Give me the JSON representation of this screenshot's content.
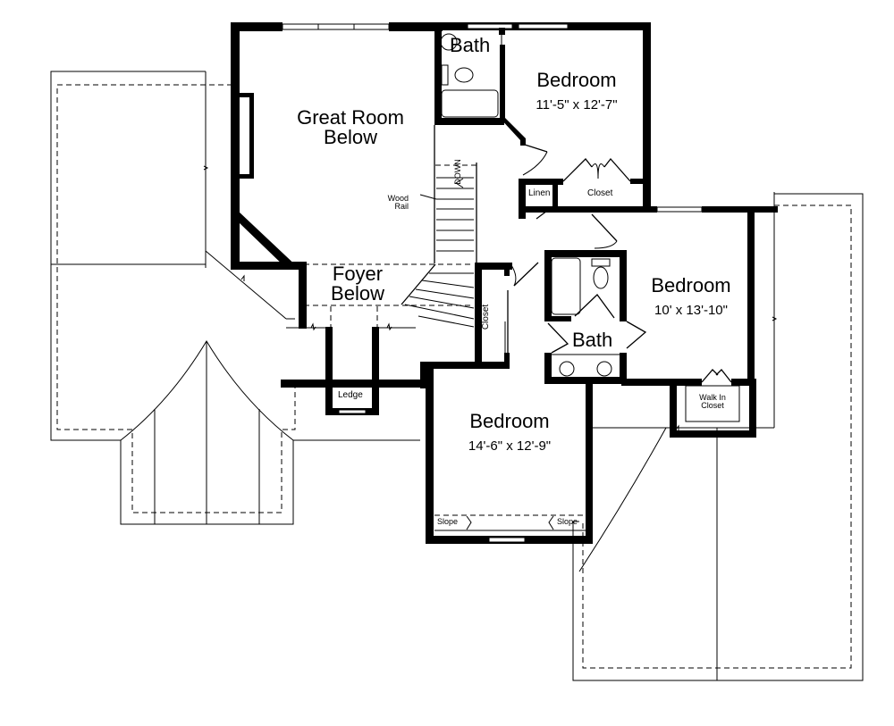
{
  "plan": {
    "type": "second floor plan",
    "colors": {
      "line": "#000000",
      "background": "#ffffff"
    }
  },
  "rooms": {
    "great_room": {
      "line1": "Great Room",
      "line2": "Below"
    },
    "foyer": {
      "line1": "Foyer",
      "line2": "Below"
    },
    "bath_top": {
      "name": "Bath"
    },
    "bedroom_top": {
      "name": "Bedroom",
      "size": "11'-5\" x 12'-7\""
    },
    "linen": {
      "name": "Linen"
    },
    "closet_top": {
      "name": "Closet"
    },
    "bedroom_right": {
      "name": "Bedroom",
      "size": "10' x 13'-10\""
    },
    "bath_middle": {
      "name": "Bath"
    },
    "walk_in_closet": {
      "line1": "Walk In",
      "line2": "Closet"
    },
    "closet_stair": {
      "name": "Closet"
    },
    "ledge": {
      "name": "Ledge"
    },
    "bedroom_bottom": {
      "name": "Bedroom",
      "size": "14'-6\" x 12'-9\""
    },
    "slope_left": {
      "name": "Slope"
    },
    "slope_right": {
      "name": "Slope"
    }
  },
  "annotations": {
    "stair_direction": "DOWN",
    "rail_line1": "Wood",
    "rail_line2": "Rail"
  }
}
